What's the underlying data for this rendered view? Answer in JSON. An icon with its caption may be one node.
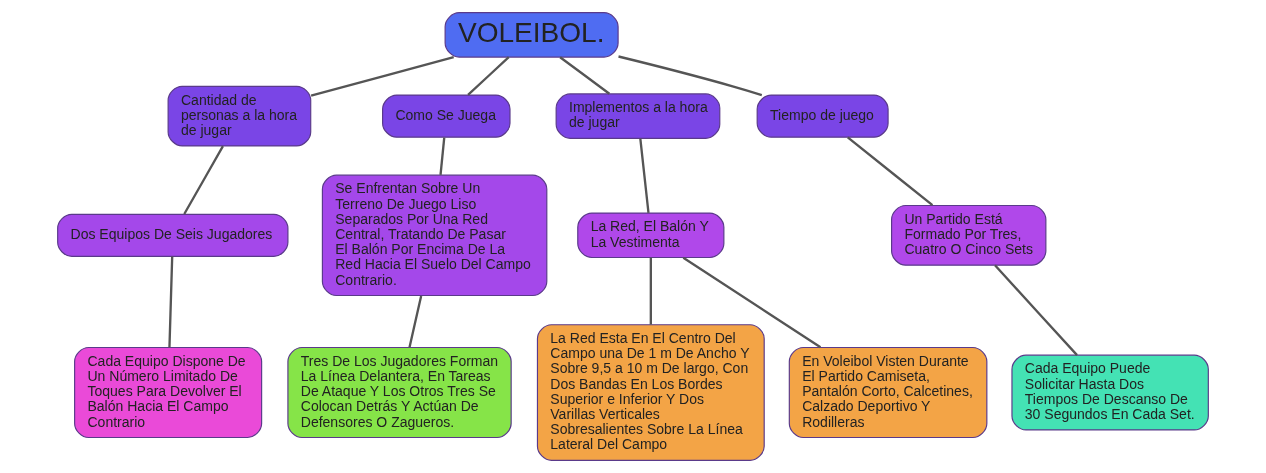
{
  "diagram": {
    "nodes": [
      {
        "text": [
          "VOLEIBOL."
        ]
      },
      {
        "text": [
          "Cantidad de personas a la hora de jugar"
        ]
      },
      {
        "text": [
          "Dos Equipos De Seis Jugadores"
        ]
      },
      {
        "text": [
          "Cada Equipo Dispone De Un Número Limitado De Toques Para Devolver El Balón Hacia El Campo Contrario"
        ]
      },
      {
        "text": [
          "Como Se Juega"
        ]
      },
      {
        "text": [
          "Se Enfrentan Sobre Un Terreno De Juego Liso Separados Por Una Red Central, Tratando De Pasar El Balón Por Encima De La Red Hacia El Suelo Del Campo Contrario."
        ]
      },
      {
        "text": [
          "Tres De Los Jugadores Forman La Línea Delantera, En Tareas De Ataque Y Los Otros Tres Se Colocan Detrás Y Actúan De Defensores O Zagueros."
        ]
      },
      {
        "text": [
          "Implementos a la hora de jugar"
        ]
      },
      {
        "text": [
          "La Red, El Balón Y La Vestimenta"
        ]
      },
      {
        "text": [
          "La Red Esta En El Centro Del Campo una De 1 m De Ancho Y Sobre 9,5 a 10 m De largo, Con Dos Bandas En Los Bordes Superior e Inferior Y Dos Varillas Verticales Sobresalientes Sobre La Línea Lateral Del Campo"
        ]
      },
      {
        "text": [
          "En Voleibol Visten Durante El Partido Camiseta, Pantalón Corto, Calcetines, Calzado Deportivo Y Rodilleras"
        ]
      },
      {
        "text": [
          "Tiempo de juego"
        ]
      },
      {
        "text": [
          "Un Partido Está Formado Por Tres, Cuatro O Cinco Sets"
        ]
      },
      {
        "text": [
          "Cada Equipo Puede Solicitar Hasta Dos Tiempos De Descanso De 30 Segundos En Cada Set."
        ]
      }
    ],
    "edges": [
      {
        "from": 0,
        "to": 1,
        "arrow": "none"
      },
      {
        "from": 0,
        "to": 4,
        "arrow": "none"
      },
      {
        "from": 0,
        "to": 7,
        "arrow": "none"
      },
      {
        "from": 0,
        "to": 11,
        "arrow": "none"
      },
      {
        "from": 1,
        "to": 2,
        "arrow": "none"
      },
      {
        "from": 2,
        "to": 3,
        "arrow": "none"
      },
      {
        "from": 4,
        "to": 5,
        "arrow": "none"
      },
      {
        "from": 5,
        "to": 6,
        "arrow": "none"
      },
      {
        "from": 7,
        "to": 8,
        "arrow": "none"
      },
      {
        "from": 8,
        "to": 9,
        "arrow": "none"
      },
      {
        "from": 8,
        "to": 10,
        "arrow": "none"
      },
      {
        "from": 11,
        "to": 12,
        "arrow": "none"
      },
      {
        "from": 12,
        "to": 13,
        "arrow": "none"
      }
    ]
  }
}
